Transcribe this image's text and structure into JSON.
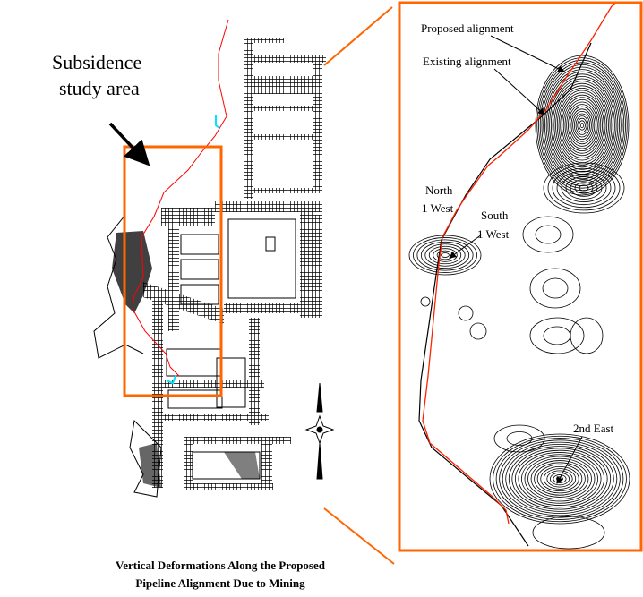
{
  "figure": {
    "study_area_label": [
      "Subsidence",
      "study area"
    ],
    "caption": [
      "Vertical Deformations Along the Proposed",
      "Pipeline Alignment Due to Mining"
    ],
    "detail_labels": {
      "proposed": "Proposed alignment",
      "existing": "Existing alignment",
      "north_1": "North",
      "north_2": "1 West",
      "south_1": "South",
      "south_2": "1 West",
      "east": "2nd East"
    }
  },
  "colors": {
    "highlight": "#ff6600",
    "proposed_line": "#ff0000",
    "water": "#00e5ff",
    "ink": "#000000"
  }
}
